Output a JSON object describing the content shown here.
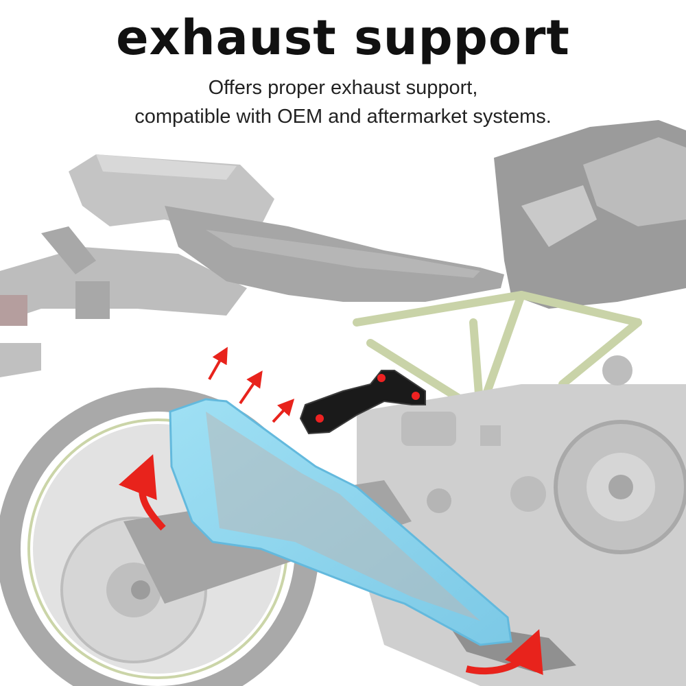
{
  "headline": "exhaust support",
  "subtitle": {
    "line1": "Offers proper exhaust support,",
    "line2": "compatible with OEM and aftermarket systems."
  },
  "colors": {
    "background": "#ffffff",
    "headline": "#111111",
    "bike_grey": "#b9b9b9",
    "bike_dark": "#8f8f8f",
    "frame_green": "#c9d3a8",
    "exhaust_blue": "#8fd6ef",
    "arrow_red": "#e8231c",
    "bracket_black": "#1a1a1a",
    "bolt_red": "#ee2222"
  },
  "icons": [
    "arrow-up-right-icon",
    "curved-arrow-icon",
    "bolt-dot-icon"
  ]
}
